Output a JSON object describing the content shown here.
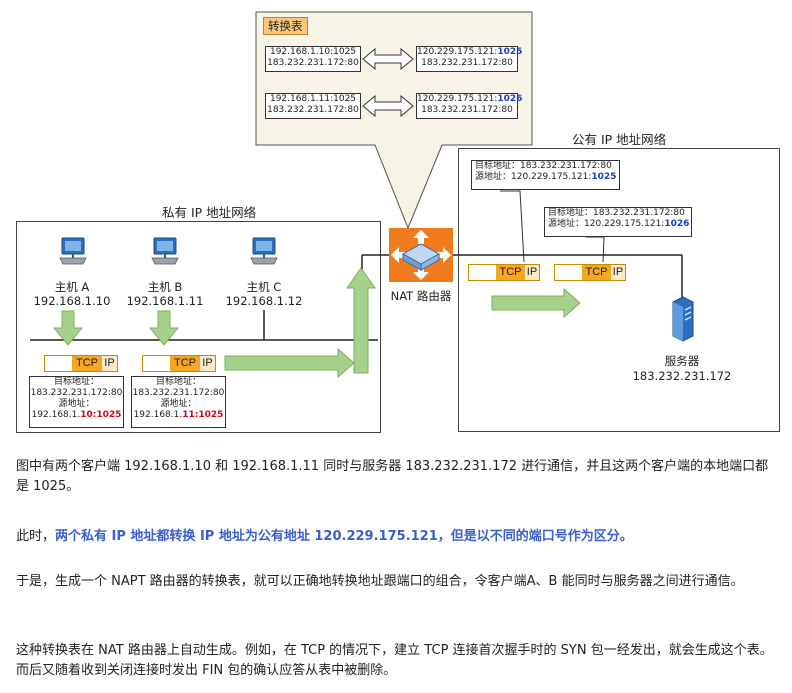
{
  "table": {
    "title": "转换表",
    "rows": [
      {
        "left1": "192.168.1.10:1025",
        "left2": "183.232.231.172:80",
        "right1_prefix": "120.229.175.121:",
        "right1_port": "1025",
        "right2": "183.232.231.172:80"
      },
      {
        "left1": "192.168.1.11:1025",
        "left2": "183.232.231.172:80",
        "right1_prefix": "120.229.175.121:",
        "right1_port": "1026",
        "right2": "183.232.231.172:80"
      }
    ]
  },
  "private_net": {
    "title": "私有 IP 地址网络",
    "hosts": [
      {
        "name": "主机 A",
        "ip": "192.168.1.10"
      },
      {
        "name": "主机 B",
        "ip": "192.168.1.11"
      },
      {
        "name": "主机 C",
        "ip": "192.168.1.12"
      }
    ],
    "packets": [
      {
        "tcp": "TCP",
        "ip": "IP",
        "dst_label": "目标地址：",
        "dst": "183.232.231.172:80",
        "src_label": "源地址：",
        "src_prefix": "192.168.1.",
        "src_hl": "10:1025"
      },
      {
        "tcp": "TCP",
        "ip": "IP",
        "dst_label": "目标地址：",
        "dst": "183.232.231.172:80",
        "src_label": "源地址：",
        "src_prefix": "192.168.1.",
        "src_hl": "11:1025"
      }
    ]
  },
  "router": {
    "label": "NAT 路由器"
  },
  "public_net": {
    "title": "公有 IP 地址网络",
    "callouts": [
      {
        "dst_label": "目标地址：",
        "dst": "183.232.231.172:80",
        "src_label": "源地址：",
        "src_prefix": "120.229.175.121:",
        "src_port": "1025"
      },
      {
        "dst_label": "目标地址：",
        "dst": "183.232.231.172:80",
        "src_label": "源地址：",
        "src_prefix": "120.229.175.121:",
        "src_port": "1026"
      }
    ],
    "packets": [
      {
        "tcp": "TCP",
        "ip": "IP"
      },
      {
        "tcp": "TCP",
        "ip": "IP"
      }
    ],
    "server": {
      "name": "服务器",
      "ip": "183.232.231.172"
    }
  },
  "paragraphs": {
    "p1": "图中有两个客户端 192.168.1.10 和 192.168.1.11 同时与服务器 183.232.231.172 进行通信，并且这两个客户端的本地端口都是 1025。",
    "p2_prefix": "此时，",
    "p2_highlight": "两个私有 IP 地址都转换 IP 地址为公有地址 120.229.175.121，但是以不同的端口号作为区分。",
    "p3": "于是，生成一个 NAPT 路由器的转换表，就可以正确地转换地址跟端口的组合，令客户端A、B 能同时与服务器之间进行通信。",
    "p4": "这种转换表在 NAT 路由器上自动生成。例如，在 TCP 的情况下，建立 TCP 连接首次握手时的 SYN 包一经发出，就会生成这个表。而后又随着收到关闭连接时发出 FIN 包的确认应答从表中被删除。"
  },
  "colors": {
    "accent": "#3a5fcd",
    "red": "#d0021b",
    "port_blue": "#1a3cc8",
    "tcp": "#f6a623",
    "arrow": "#a6d18a",
    "router": "#f07c1e",
    "callout_bg": "#f7f3e6"
  }
}
